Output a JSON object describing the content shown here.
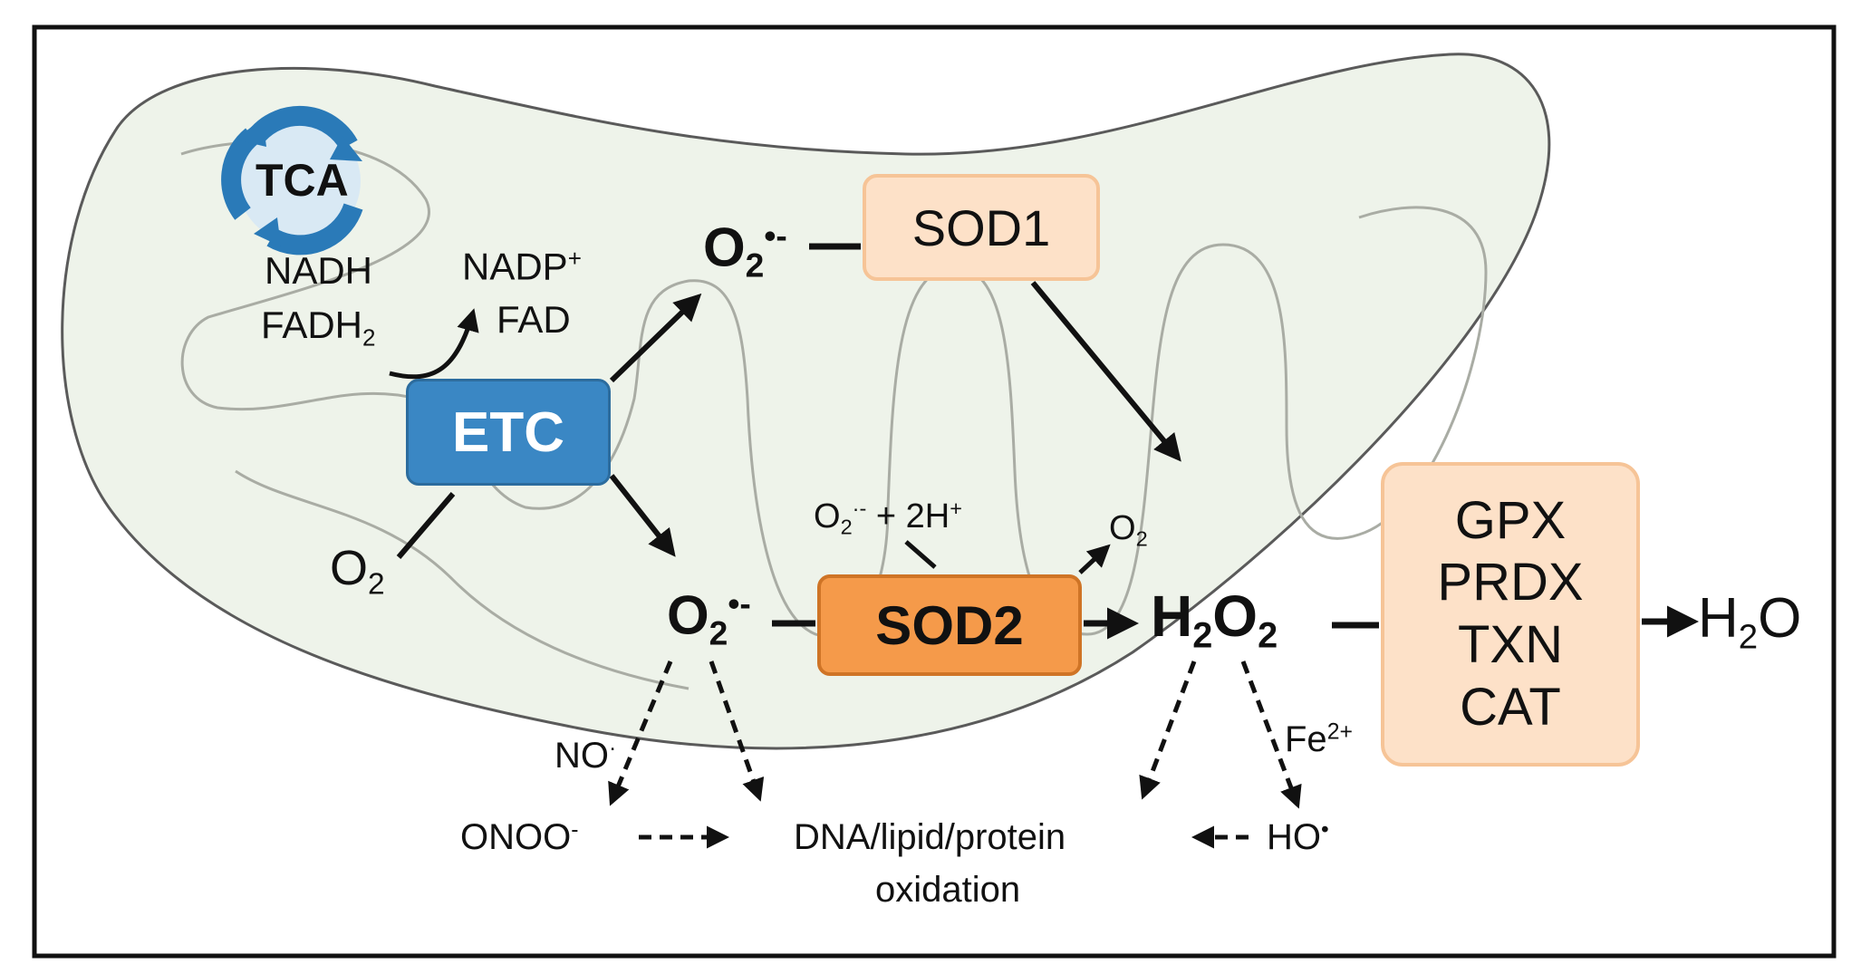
{
  "labels": {
    "tca": "TCA",
    "nadh": "NADH",
    "fadh": "FADH",
    "fadh_sub": "2",
    "nadp": "NADP",
    "nadp_sup": "+",
    "fad": "FAD",
    "etc": "ETC",
    "o2": "O",
    "o2_sub": "2",
    "superoxide": "O",
    "superoxide_sub": "2",
    "superoxide_sup": "•-",
    "sod1": "SOD1",
    "sod2": "SOD2",
    "sod2_input": "O",
    "sod2_input_sub": "2",
    "sod2_input_sup": "·-",
    "sod2_input_rest": " + 2H",
    "sod2_input_rest_sup": "+",
    "sod2_output": "O",
    "sod2_output_sub": "2",
    "h2o2_h": "H",
    "h2o2_sub1": "2",
    "h2o2_o": "O",
    "h2o2_sub2": "2",
    "antioxidants": [
      "GPX",
      "PRDX",
      "TXN",
      "CAT"
    ],
    "water_h": "H",
    "water_sub": "2",
    "water_o": "O",
    "no": "NO",
    "no_sup": "·",
    "onoo": "ONOO",
    "onoo_sup": "-",
    "damage_line1": "DNA/lipid/protein",
    "damage_line2": "oxidation",
    "fe": "Fe",
    "fe_sup": "2+",
    "ho": "HO",
    "ho_sup": "•"
  },
  "colors": {
    "mito_fill": "#eef3ea",
    "mito_stroke": "#5a5a5a",
    "cristae_stroke": "#a9aca4",
    "tca_blue": "#2a7ab8",
    "etc_fill": "#3a87c4",
    "etc_stroke": "#2c6c9e",
    "sod1_fill": "#fde1c8",
    "sod1_stroke": "#f6c497",
    "sod2_fill": "#f59a4a",
    "sod2_stroke": "#cf7426",
    "antiox_fill": "#fde1c8",
    "antiox_stroke": "#f6c497"
  }
}
